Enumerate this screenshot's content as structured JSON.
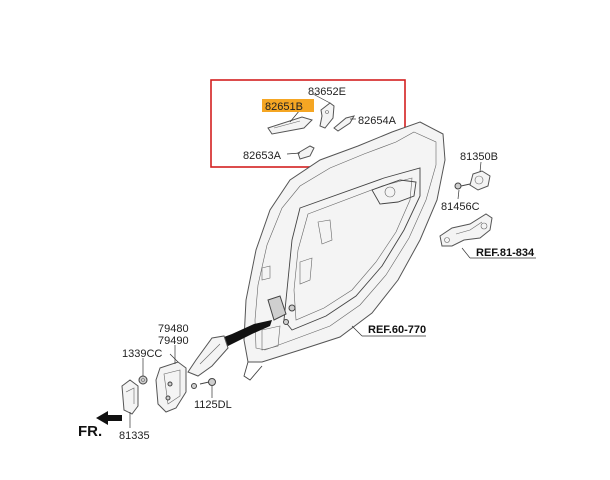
{
  "parts": {
    "p83652E": "83652E",
    "p82651B": "82651B",
    "p82654A": "82654A",
    "p82653A": "82653A",
    "p81350B": "81350B",
    "p81456C": "81456C",
    "p79480": "79480",
    "p79490": "79490",
    "p1339CC": "1339CC",
    "p1125DL": "1125DL",
    "p81335": "81335"
  },
  "references": {
    "ref81": "REF.81-834",
    "ref60": "REF.60-770"
  },
  "direction": "FR.",
  "colors": {
    "highlight_box": "#d32020",
    "highlight_label": "#f5a623"
  }
}
